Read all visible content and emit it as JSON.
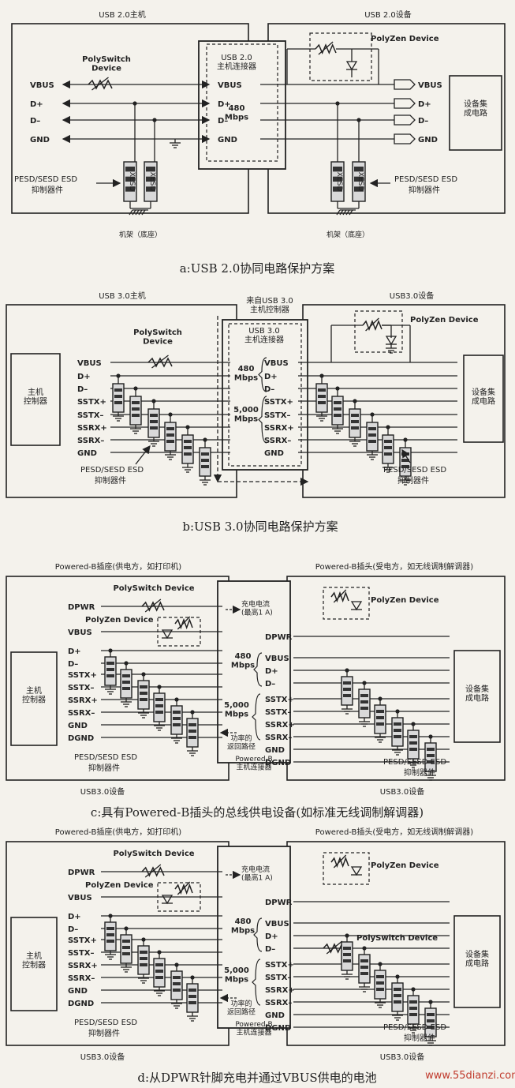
{
  "panel_a": {
    "host_title": "USB 2.0主机",
    "device_title": "USB 2.0设备",
    "polyswitch": "PolySwitch\nDevice",
    "polyzen": "PolyZen Device",
    "connector": "USB 2.0\n主机连接器",
    "speed": "480\nMbps",
    "host_pins": [
      "VBUS",
      "D+",
      "D–",
      "GND"
    ],
    "conn_pins": [
      "VBUS",
      "D+",
      "D–",
      "GND"
    ],
    "dev_pins": [
      "VBUS",
      "D+",
      "D–",
      "GND"
    ],
    "device_ic": "设备集\n成电路",
    "esd_label": "PESD/SESD ESD",
    "esd_sub": "抑制器件",
    "chassis": "机架（底座）",
    "esd_chip": "XESD",
    "caption": "a:USB 2.0协同电路保护方案"
  },
  "panel_b": {
    "host_title": "USB 3.0主机",
    "from_ctrl": "来自USB 3.0\n主机控制器",
    "device_title": "USB3.0设备",
    "polyswitch": "PolySwitch\nDevice",
    "polyzen": "PolyZen Device",
    "connector": "USB 3.0\n主机连接器",
    "speed480": "480\nMbps",
    "speed5000": "5,000\nMbps",
    "host_box": "主机\n控制器",
    "device_ic": "设备集\n成电路",
    "pins": [
      "VBUS",
      "D+",
      "D–",
      "SSTX+",
      "SSTX–",
      "SSRX+",
      "SSRX–",
      "GND"
    ],
    "esd_label": "PESD/SESD ESD",
    "esd_sub": "抑制器件",
    "caption": "b:USB 3.0协同电路保护方案"
  },
  "panel_c": {
    "left_title": "Powered-B插座(供电方，如打印机)",
    "right_title": "Powered-B插头(受电方，如无线调制解调器)",
    "polyswitch": "PolySwitch Device",
    "polyzen_left": "PolyZen Device",
    "polyzen_right": "PolyZen Device",
    "charge": "充电电流\n(最高1 A)",
    "host_box": "主机\n控制器",
    "device_ic": "设备集\n成电路",
    "left_pins": [
      "DPWR",
      "VBUS",
      "D+",
      "D–",
      "SSTX+",
      "SSTX–",
      "SSRX+",
      "SSRX–",
      "GND",
      "DGND"
    ],
    "conn_pins": [
      "DPWR",
      "VBUS",
      "D+",
      "D–",
      "SSTX+",
      "SSTX–",
      "SSRX+",
      "SSRX–",
      "GND",
      "DGND"
    ],
    "speed480": "480\nMbps",
    "speed5000": "5,000\nMbps",
    "return_path": "功率的\n返回路径",
    "connector": "Powered-B\n主机连接器",
    "esd_label": "PESD/SESD ESD",
    "esd_sub": "抑制器件",
    "left_bottom": "USB3.0设备",
    "right_bottom": "USB3.0设备",
    "caption": "c:具有Powered-B插头的总线供电设备(如标准无线调制解调器)"
  },
  "panel_d": {
    "left_title": "Powered-B插座(供电方，如打印机)",
    "right_title": "Powered-B插头(受电方，如无线调制解调器)",
    "polyswitch": "PolySwitch Device",
    "polyswitch_right": "PolySwitch Device",
    "polyzen_left": "PolyZen Device",
    "polyzen_right": "PolyZen Device",
    "charge": "充电电流\n(最高1 A)",
    "host_box": "主机\n控制器",
    "device_ic": "设备集\n成电路",
    "left_pins": [
      "DPWR",
      "VBUS",
      "D+",
      "D–",
      "SSTX+",
      "SSTX–",
      "SSRX+",
      "SSRX–",
      "GND",
      "DGND"
    ],
    "conn_pins": [
      "DPWR",
      "VBUS",
      "D+",
      "D–",
      "SSTX+",
      "SSTX–",
      "SSRX+",
      "SSRX–",
      "GND",
      "DGND"
    ],
    "speed480": "480\nMbps",
    "speed5000": "5,000\nMbps",
    "return_path": "功率的\n返回路径",
    "connector": "Powered-B\n主机连接器",
    "esd_label": "PESD/SESD ESD",
    "esd_sub": "抑制器件",
    "left_bottom": "USB3.0设备",
    "right_bottom": "USB3.0设备",
    "caption": "d:从DPWR针脚充电并通过VBUS供电的电池"
  },
  "watermark": "www.55dianzi.com"
}
